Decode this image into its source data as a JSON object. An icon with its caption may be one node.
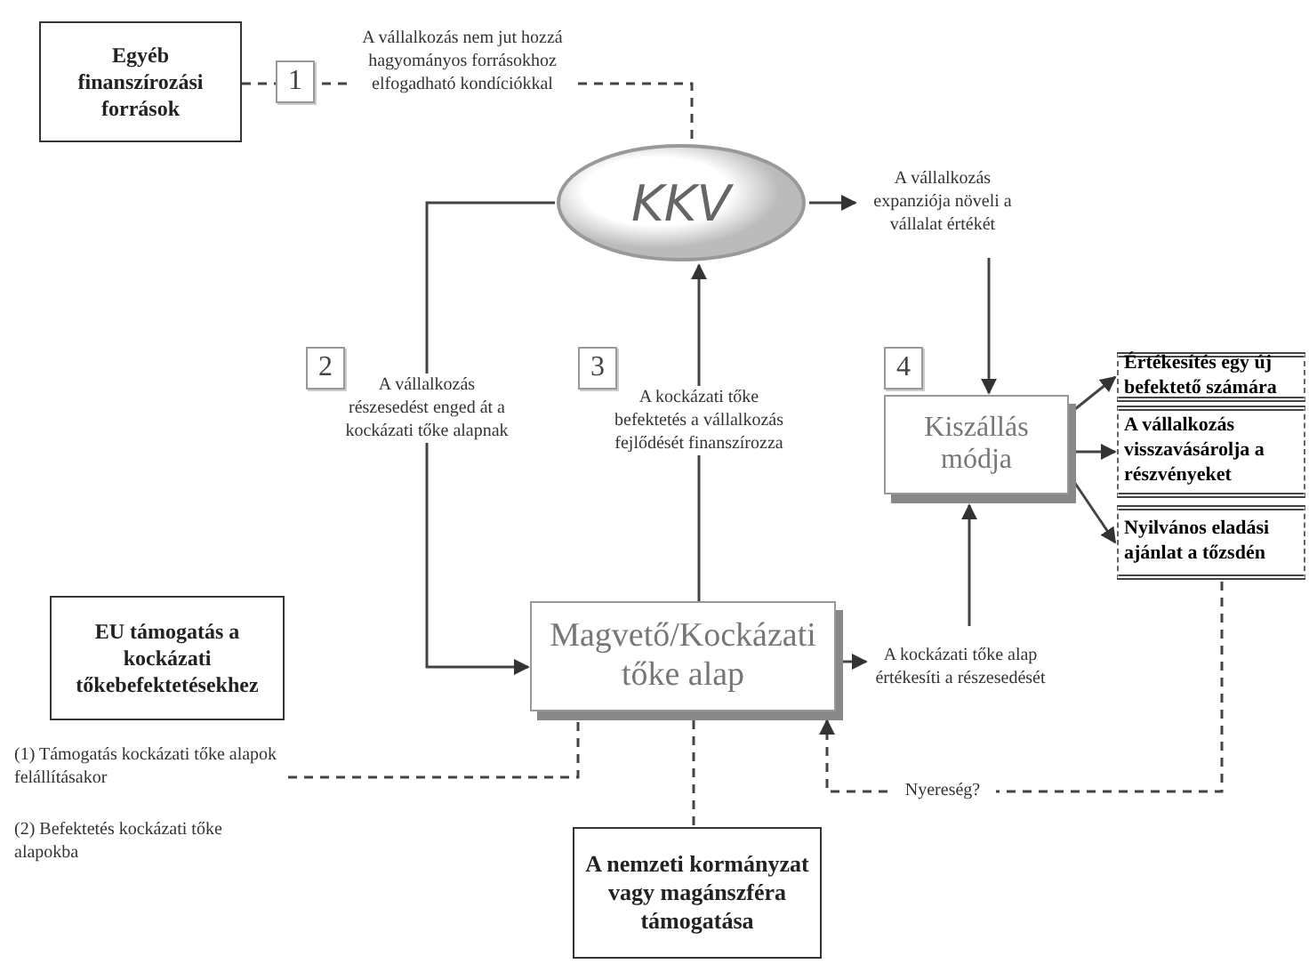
{
  "diagram": {
    "nodes": [
      {
        "text": [
          "Egyéb finanszírozási források"
        ]
      },
      {
        "text": [
          "KKV"
        ]
      },
      {
        "text": [
          "A vállalkozás expanziója növeli a vállalat értékét"
        ]
      },
      {
        "text": [
          "Kiszállás módja"
        ]
      },
      {
        "text": [
          "Értékesítés egy új befektető számára"
        ]
      },
      {
        "text": [
          "A vállalkozás visszavásárolja a részvényeket"
        ]
      },
      {
        "text": [
          "Nyilvános eladási ajánlat a tőzsdén"
        ]
      },
      {
        "text": [
          "EU támogatás a kockázati tőkebefektetésekhez"
        ]
      },
      {
        "text": [
          "Magvető/Kockázati tőke alap"
        ]
      },
      {
        "text": [
          "A kockázati tőke alap értékesíti a részesedését"
        ]
      },
      {
        "text": [
          "(1) Támogatás kockázati tőke alapok felállításakor"
        ]
      },
      {
        "text": [
          "A nemzeti kormányzat vagy magánszféra támogatása"
        ]
      }
    ],
    "edges": [
      {
        "from": 0,
        "to": 1,
        "arrow": "none",
        "style": "dashed",
        "label": "A vállalkozás nem jut hozzá hagyományos forrásokhoz elfogadható kondíciókkal"
      },
      {
        "from": 1,
        "to": 8,
        "arrow": "to",
        "label": "A vállalkozás részesedést enged át a kockázati tőke alapnak"
      },
      {
        "from": 8,
        "to": 1,
        "arrow": "to",
        "label": "A kockázati tőke befektetés a vállalkozás fejlődését finanszírozza"
      },
      {
        "from": 1,
        "to": 2,
        "arrow": "to"
      },
      {
        "from": 2,
        "to": 3,
        "arrow": "to"
      },
      {
        "from": 3,
        "to": 4,
        "arrow": "to"
      },
      {
        "from": 3,
        "to": 5,
        "arrow": "to"
      },
      {
        "from": 3,
        "to": 6,
        "arrow": "to"
      },
      {
        "from": 8,
        "to": 9,
        "arrow": "to"
      },
      {
        "from": 9,
        "to": 3,
        "arrow": "to"
      },
      {
        "from": 6,
        "to": 8,
        "arrow": "to",
        "style": "dashed",
        "label": "Nyereség?"
      },
      {
        "from": 10,
        "to": 8,
        "arrow": "none",
        "style": "dashed"
      },
      {
        "from": 8,
        "to": 11,
        "arrow": "none",
        "style": "dashed"
      }
    ],
    "labels": [
      "1",
      "2",
      "3",
      "4",
      "(2) Befektetés kockázati tőke alapokba"
    ]
  }
}
